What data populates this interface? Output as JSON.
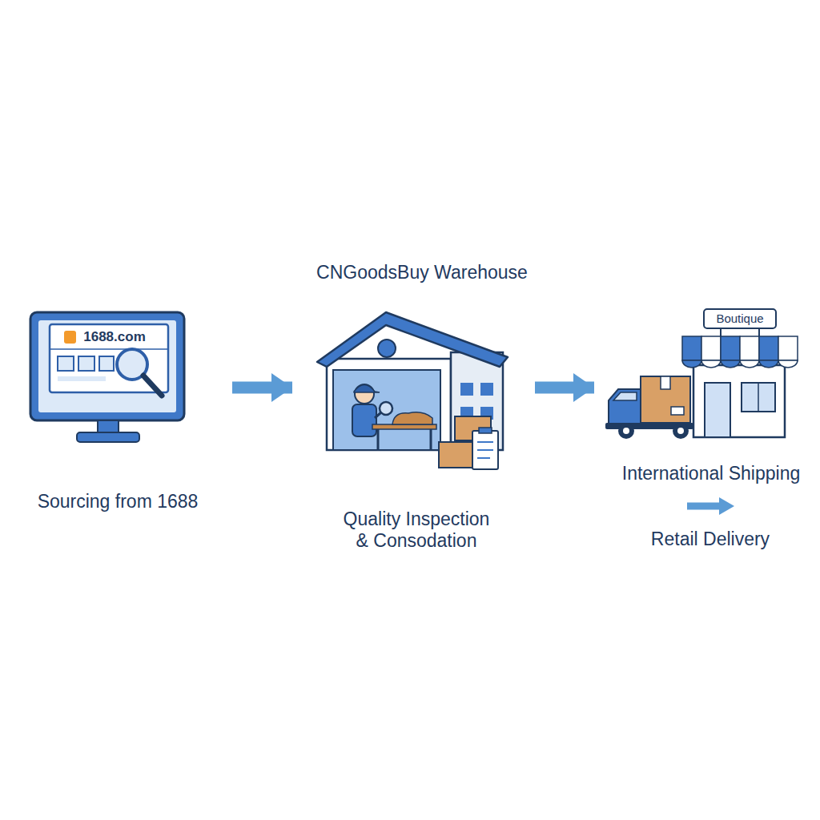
{
  "diagram": {
    "nodes": [
      {
        "text": [
          "Sourcing from 1688"
        ]
      },
      {
        "text": [
          "CNGoodsBuy Warehouse",
          "Quality Inspection & Consodation"
        ]
      },
      {
        "text": [
          "International Shipping",
          "Retail Delivery"
        ]
      }
    ],
    "edges": [
      {
        "from": 0,
        "to": 1,
        "arrow": "to"
      },
      {
        "from": 1,
        "to": 2,
        "arrow": "to"
      }
    ],
    "labels": [
      "1688.com",
      "Boutique"
    ]
  }
}
